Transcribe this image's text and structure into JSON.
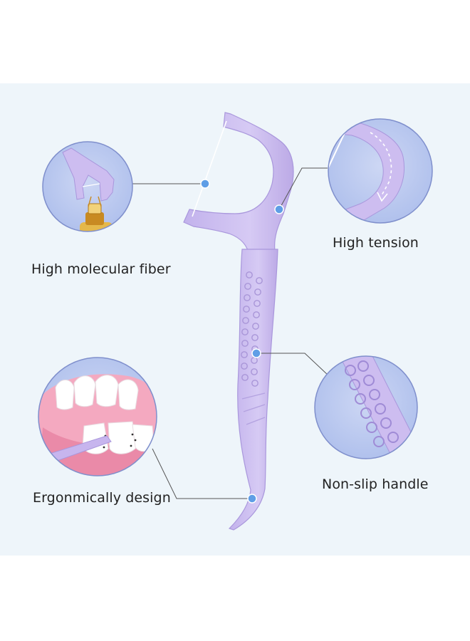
{
  "features": {
    "fiber": "High molecular fiber",
    "tension": "High tension",
    "nonslip": "Non-slip handle",
    "ergonomic": "Ergonmically design"
  },
  "colors": {
    "background": "#eef5fa",
    "pick": "#cbbcef",
    "circle_fill": "#b7c6ee",
    "circle_border": "#7f8fcc",
    "dot": "#5f9ee6",
    "leader": "#555555",
    "text": "#222222"
  }
}
